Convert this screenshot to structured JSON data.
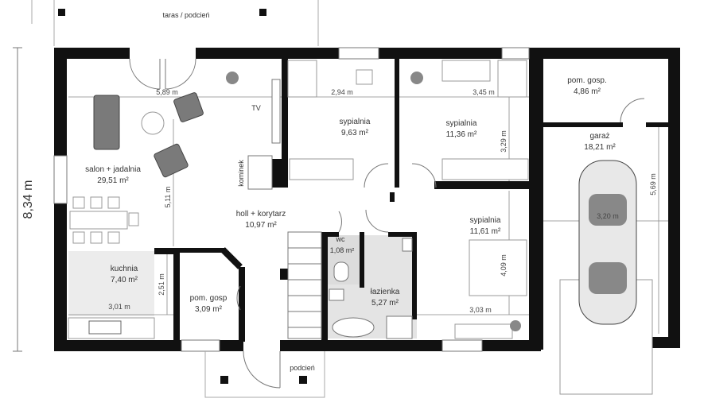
{
  "plan": {
    "overall_dim": "8,34 m",
    "terrace": "taras / podcień",
    "porch": "podcień",
    "rooms": {
      "salon": {
        "name": "salon + jadalnia",
        "area": "29,51 m²",
        "width": "5,89 m",
        "height": "5,11 m"
      },
      "sypialnia1": {
        "name": "sypialnia",
        "area": "9,63 m²",
        "width": "2,94 m"
      },
      "sypialnia2": {
        "name": "sypialnia",
        "area": "11,36 m²",
        "width": "3,45 m",
        "height": "3,29 m"
      },
      "sypialnia3": {
        "name": "sypialnia",
        "area": "11,61 m²",
        "width": "3,03 m",
        "height": "4,09 m"
      },
      "pom_gosp1": {
        "name": "pom. gosp.",
        "area": "4,86 m²"
      },
      "garaz": {
        "name": "garaż",
        "area": "18,21 m²",
        "width": "3,20 m",
        "height": "5,69 m"
      },
      "holl": {
        "name": "holl + korytarz",
        "area": "10,97 m²"
      },
      "wc": {
        "name": "wc",
        "area": "1,08 m²"
      },
      "lazienka": {
        "name": "łazienka",
        "area": "5,27 m²"
      },
      "kuchnia": {
        "name": "kuchnia",
        "area": "7,40 m²",
        "width": "3,01 m",
        "height": "2,51 m"
      },
      "pom_gosp2": {
        "name": "pom. gosp",
        "area": "3,09 m²"
      }
    },
    "tv": "TV",
    "kominek": "kominek",
    "colors": {
      "wall": "#111111",
      "line": "#999999",
      "wet": "#dcdcdc"
    }
  }
}
